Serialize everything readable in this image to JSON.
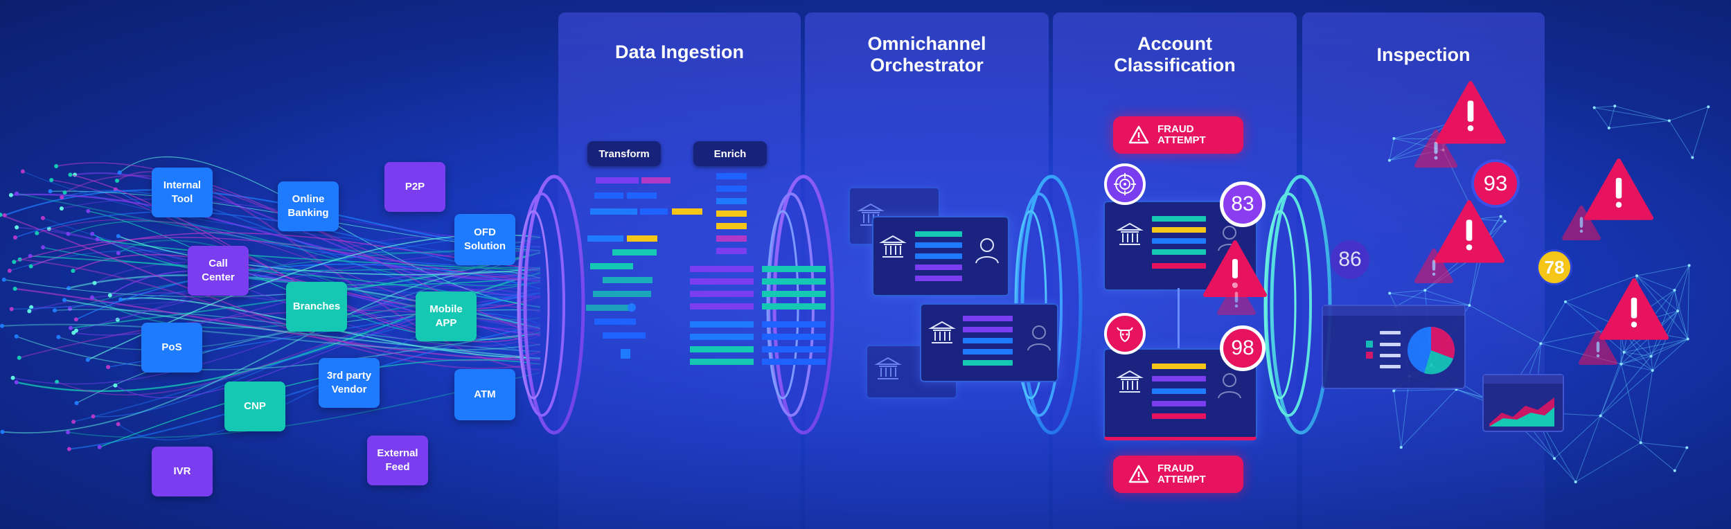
{
  "columns": [
    {
      "id": "data-ingestion",
      "title": "Data Ingestion"
    },
    {
      "id": "omnichannel-orchestrator",
      "title": "Omnichannel\nOrchestrator"
    },
    {
      "id": "account-classification",
      "title": "Account\nClassification"
    },
    {
      "id": "inspection",
      "title": "Inspection"
    }
  ],
  "sources": {
    "internal_tool": "Internal\nTool",
    "online_banking": "Online\nBanking",
    "p2p": "P2P",
    "ofd_solution": "OFD\nSolution",
    "call_center": "Call\nCenter",
    "branches": "Branches",
    "mobile_app": "Mobile\nAPP",
    "pos": "PoS",
    "third_party_vendor": "3rd party\nVendor",
    "cnp": "CNP",
    "atm": "ATM",
    "ivr": "IVR",
    "external_feed": "External\nFeed"
  },
  "ingestion": {
    "transform_label": "Transform",
    "enrich_label": "Enrich"
  },
  "classification": {
    "fraud_top": "FRAUD\nATTEMPT",
    "fraud_bottom": "FRAUD\nATTEMPT",
    "score_top": "83",
    "score_bottom": "98"
  },
  "inspection": {
    "score_a": "86",
    "score_b": "93",
    "score_c": "78"
  },
  "colors": {
    "purple": "#7a3df0",
    "blue": "#1e7bff",
    "teal": "#15c8b4",
    "fraud": "#e8135e",
    "yellow": "#f5c518"
  },
  "icons": [
    "bank-icon",
    "user-icon",
    "target-icon",
    "bull-icon",
    "warning-icon",
    "pie-chart-icon",
    "area-chart-icon"
  ]
}
